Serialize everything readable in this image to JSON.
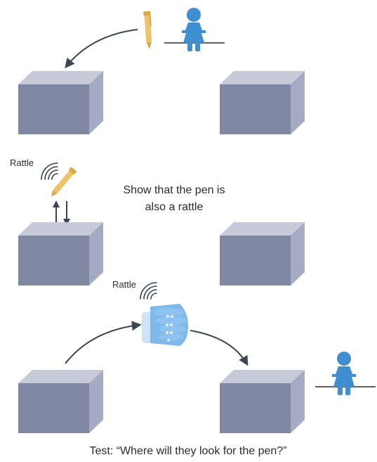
{
  "labels": {
    "rattle_top": "Rattle",
    "rattle_hand": "Rattle",
    "instruction_line1": "Show that the pen is",
    "instruction_line2": "also a rattle",
    "test": "Test: “Where will they look for the pen?”"
  },
  "colors": {
    "box_front": "#7f87a3",
    "box_top": "#c6cad9",
    "box_side": "#a5abc2",
    "child": "#3f8fd0",
    "pen": "#ecc46a",
    "hand": "#7fb8ea",
    "arrow": "#3a4650"
  },
  "icons": [
    "pen-icon",
    "child-icon",
    "hand-icon",
    "sound-waves-icon",
    "box"
  ]
}
